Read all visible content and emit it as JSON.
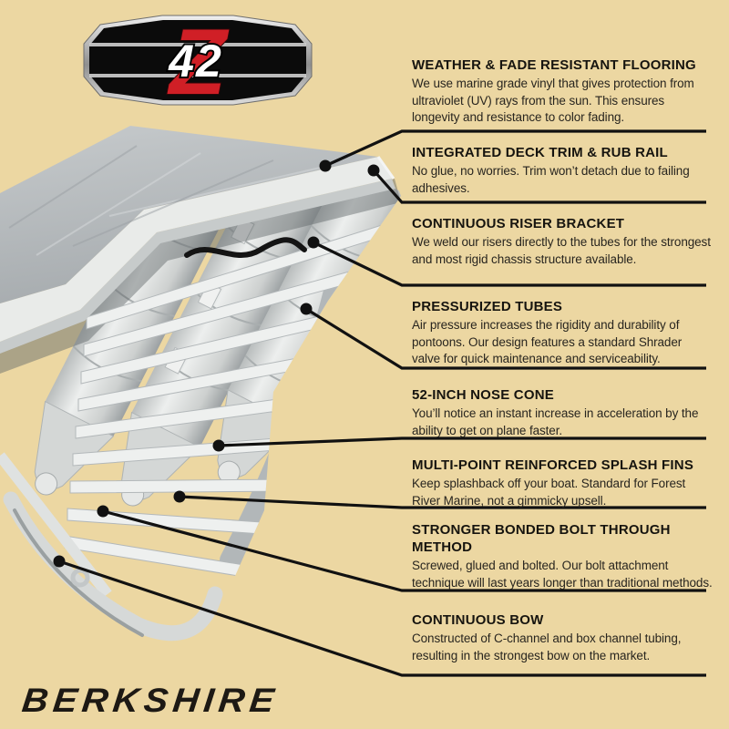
{
  "page": {
    "background_color": "#ecd7a2",
    "line_color": "#111111",
    "text_color": "#16140f"
  },
  "badge": {
    "letter": "Z",
    "number": "42",
    "red": "#d01f26"
  },
  "brand": {
    "wordmark": "BERKSHIRE"
  },
  "features": [
    {
      "title": "WEATHER & FADE RESISTANT FLOORING",
      "body": "We use marine grade vinyl that gives protection from ultraviolet (UV) rays from the sun. This ensures longevity and resistance to color fading."
    },
    {
      "title": "INTEGRATED DECK TRIM & RUB RAIL",
      "body": "No glue, no worries. Trim won’t detach due to failing adhesives."
    },
    {
      "title": "CONTINUOUS RISER BRACKET",
      "body": "We weld our risers directly to the tubes for the strongest and most rigid chassis structure available."
    },
    {
      "title": "PRESSURIZED TUBES",
      "body": "Air pressure increases the rigidity and durability of pontoons. Our design features a standard Shrader valve for quick maintenance and serviceability."
    },
    {
      "title": "52-INCH NOSE CONE",
      "body": "You’ll notice an instant increase in acceleration by the ability to get on plane faster."
    },
    {
      "title": "MULTI-POINT REINFORCED SPLASH FINS",
      "body": "Keep splashback off your boat. Standard for Forest River Marine, not a gimmicky upsell."
    },
    {
      "title": "STRONGER BONDED BOLT THROUGH METHOD",
      "body": "Screwed, glued and bolted. Our bolt attachment technique will last years longer than traditional methods."
    },
    {
      "title": "CONTINUOUS BOW",
      "body": "Constructed of C-channel and box channel tubing, resulting in the strongest bow on the market."
    }
  ]
}
